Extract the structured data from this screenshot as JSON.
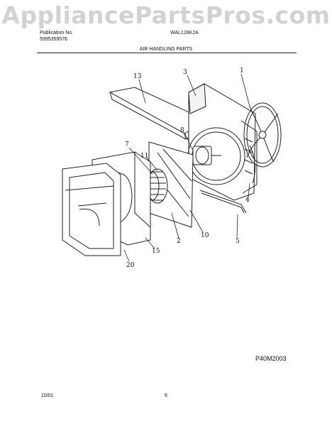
{
  "watermark": "AppliancePartsPros.com",
  "header": {
    "publication_label": "Publication No.",
    "publication_number": "5995359576",
    "model": "WAL128K2A",
    "section_title": "AIR HANDLING PARTS"
  },
  "callouts": {
    "c1": "1",
    "c2": "2",
    "c3": "3",
    "c4": "4",
    "c5": "5",
    "c7": "7",
    "c8": "8",
    "c10": "10",
    "c11": "11",
    "c13": "13",
    "c15": "15",
    "c20": "20"
  },
  "footer": {
    "diagram_code": "P40M2003",
    "date": "10/01",
    "page": "6"
  }
}
